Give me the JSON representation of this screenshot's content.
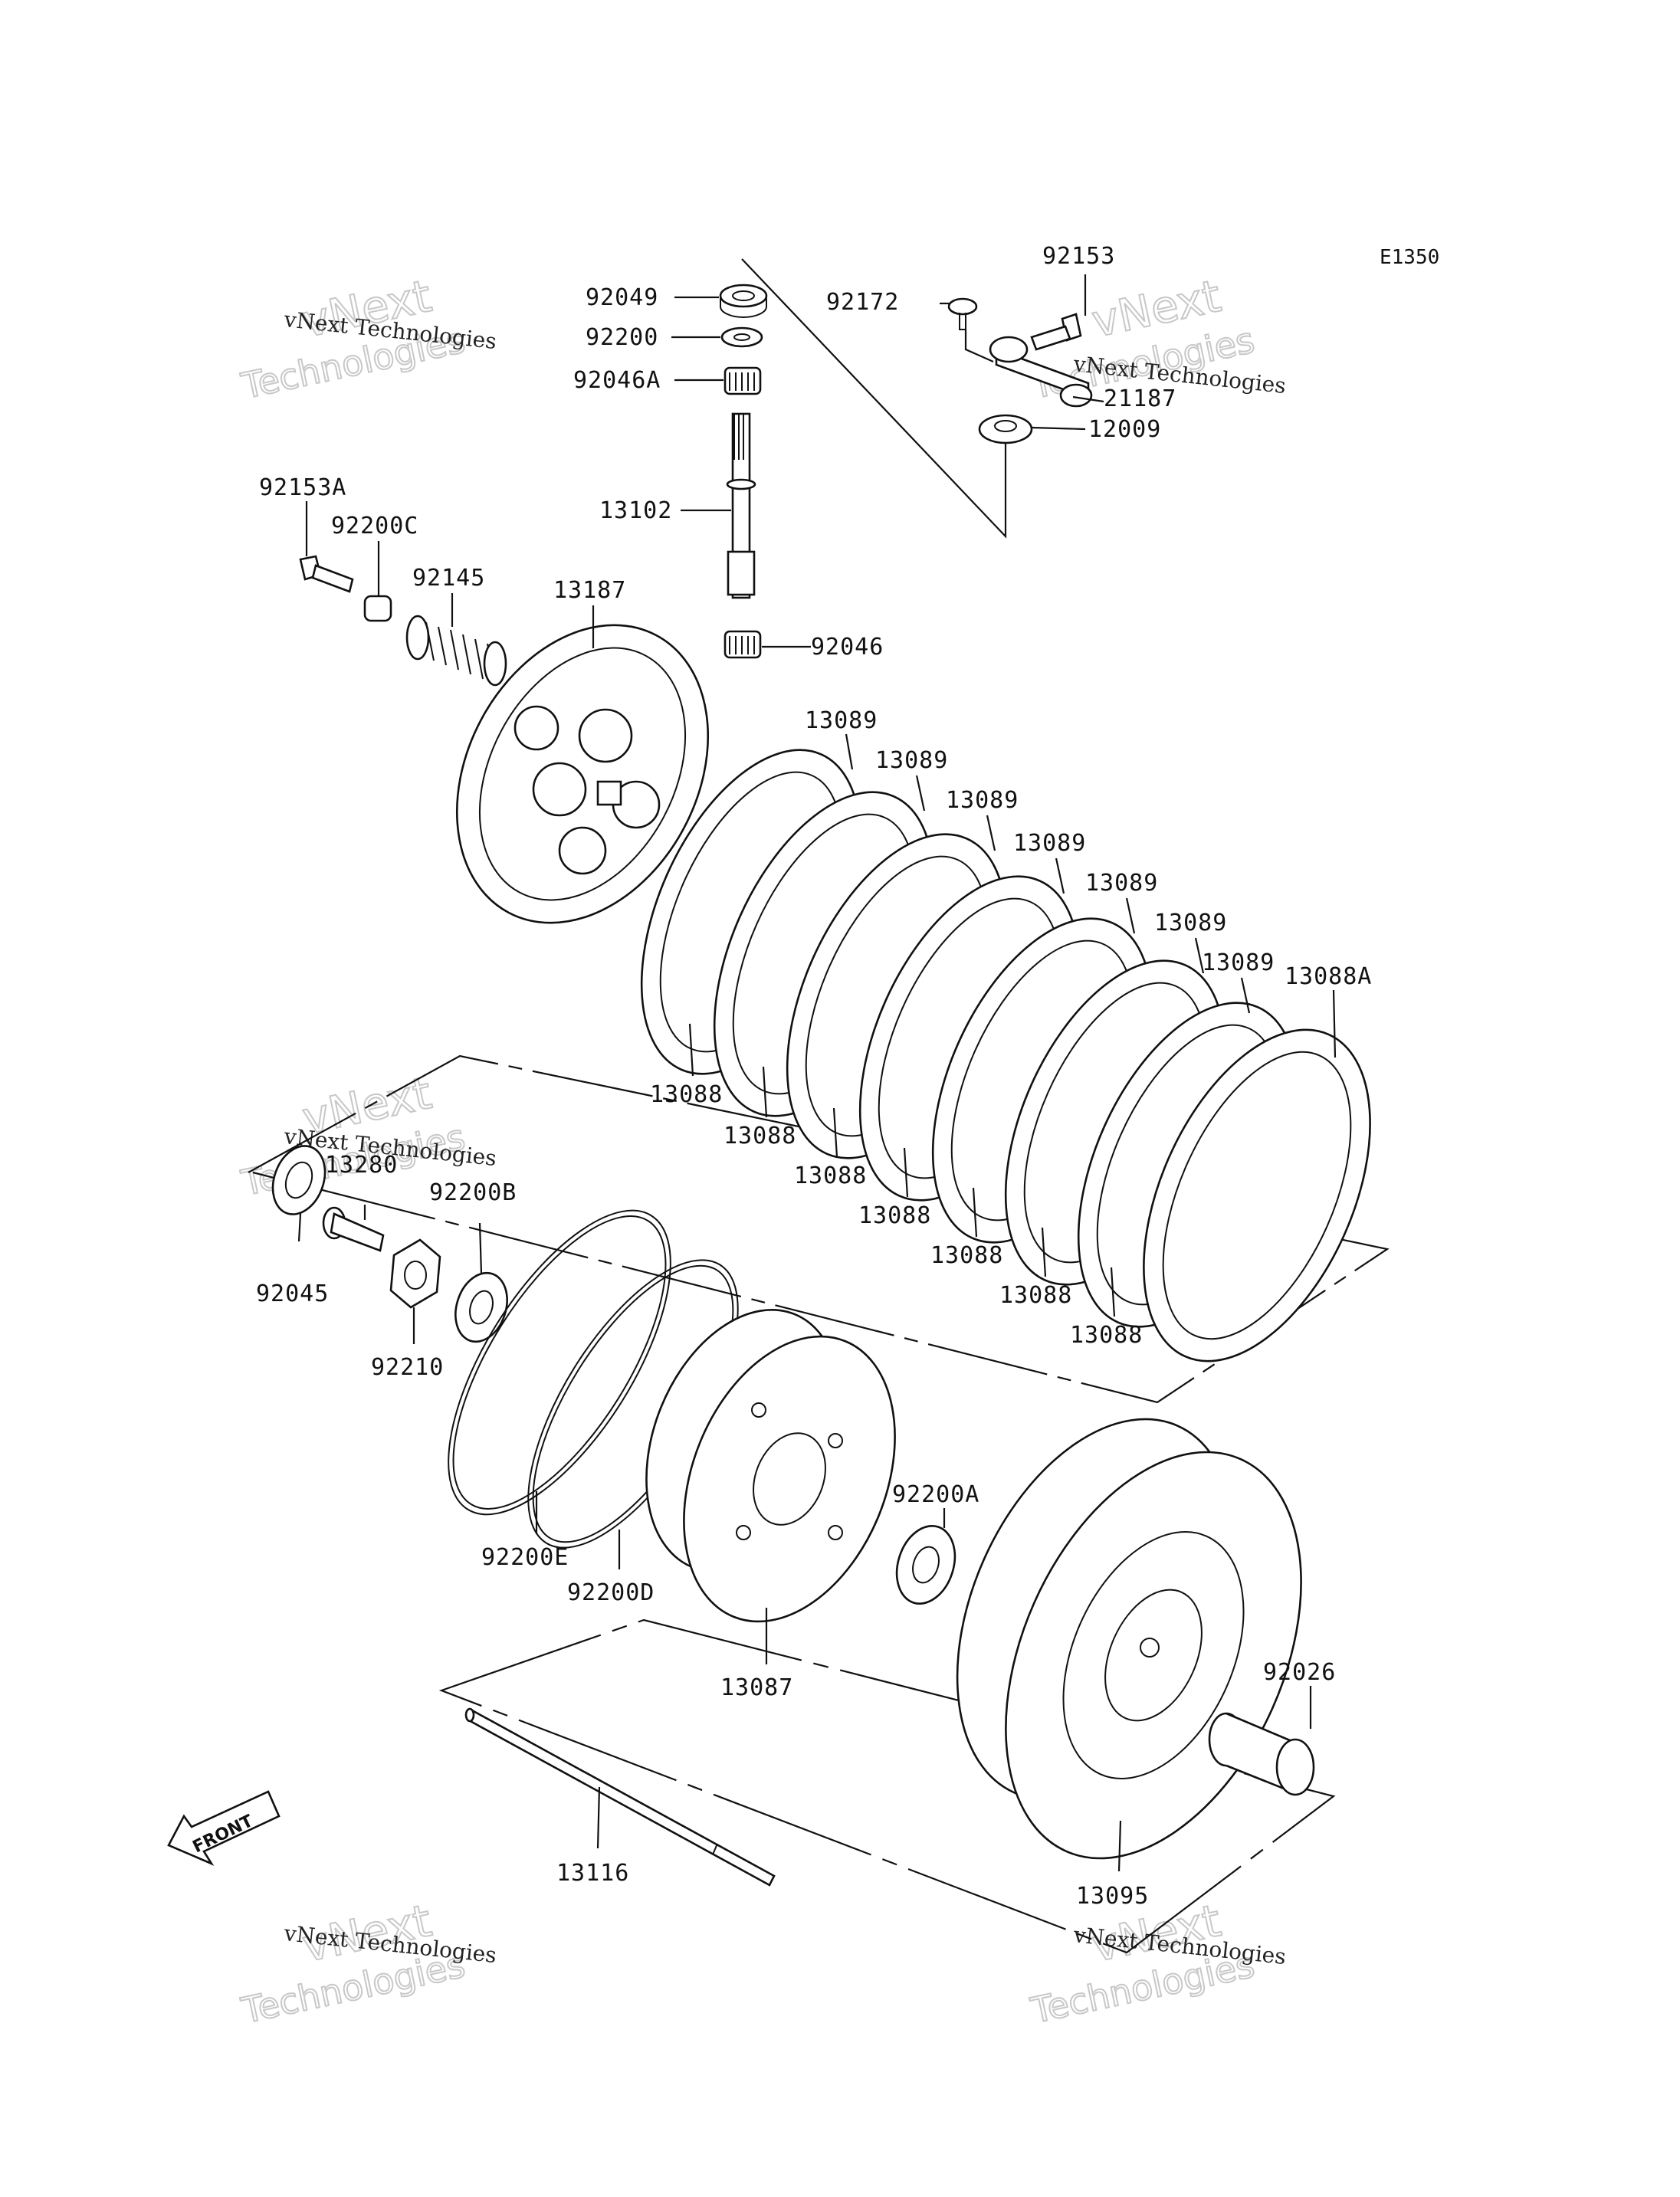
{
  "diagram_code": "E1350",
  "watermark": {
    "line1": "vNext Technologies",
    "line2": "vNext",
    "line3": "Technologies"
  },
  "front_label": "FRONT",
  "parts": [
    {
      "id": "p92049",
      "label": "92049"
    },
    {
      "id": "p92200",
      "label": "92200"
    },
    {
      "id": "p92046A",
      "label": "92046A"
    },
    {
      "id": "p13102",
      "label": "13102"
    },
    {
      "id": "p92046",
      "label": "92046"
    },
    {
      "id": "p92172",
      "label": "92172"
    },
    {
      "id": "p92153",
      "label": "92153"
    },
    {
      "id": "p21187",
      "label": "21187"
    },
    {
      "id": "p12009",
      "label": "12009"
    },
    {
      "id": "p92153A",
      "label": "92153A"
    },
    {
      "id": "p92200C",
      "label": "92200C"
    },
    {
      "id": "p92145",
      "label": "92145"
    },
    {
      "id": "p13187",
      "label": "13187"
    },
    {
      "id": "p13089a",
      "label": "13089"
    },
    {
      "id": "p13089b",
      "label": "13089"
    },
    {
      "id": "p13089c",
      "label": "13089"
    },
    {
      "id": "p13089d",
      "label": "13089"
    },
    {
      "id": "p13089e",
      "label": "13089"
    },
    {
      "id": "p13089f",
      "label": "13089"
    },
    {
      "id": "p13089g",
      "label": "13089"
    },
    {
      "id": "p13088A",
      "label": "13088A"
    },
    {
      "id": "p13088a",
      "label": "13088"
    },
    {
      "id": "p13088b",
      "label": "13088"
    },
    {
      "id": "p13088c",
      "label": "13088"
    },
    {
      "id": "p13088d",
      "label": "13088"
    },
    {
      "id": "p13088e",
      "label": "13088"
    },
    {
      "id": "p13088f",
      "label": "13088"
    },
    {
      "id": "p13088g",
      "label": "13088"
    },
    {
      "id": "p13280",
      "label": "13280"
    },
    {
      "id": "p92200B",
      "label": "92200B"
    },
    {
      "id": "p92045",
      "label": "92045"
    },
    {
      "id": "p92210",
      "label": "92210"
    },
    {
      "id": "p92200E",
      "label": "92200E"
    },
    {
      "id": "p92200D",
      "label": "92200D"
    },
    {
      "id": "p13087",
      "label": "13087"
    },
    {
      "id": "p92200A",
      "label": "92200A"
    },
    {
      "id": "p92026",
      "label": "92026"
    },
    {
      "id": "p13095",
      "label": "13095"
    },
    {
      "id": "p13116",
      "label": "13116"
    }
  ]
}
